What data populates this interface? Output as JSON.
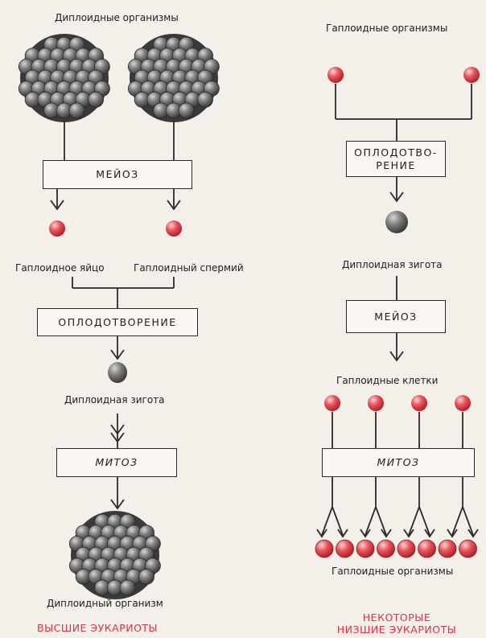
{
  "left": {
    "diploid_organisms": "Диплоидные организмы",
    "meiosis": "МЕЙОЗ",
    "haploid_egg": "Гаплоидное яйцо",
    "haploid_sperm": "Гаплоидный спермий",
    "fertilization": "ОПЛОДОТВОРЕНИЕ",
    "diploid_zygote": "Диплоидная зигота",
    "mitosis": "МИТОЗ",
    "diploid_organism": "Диплоидный организм",
    "footer": "ВЫСШИЕ ЭУКАРИОТЫ"
  },
  "right": {
    "haploid_organisms_top": "Гаплоидные организмы",
    "fertilization_line1": "ОПЛОДОТВО-",
    "fertilization_line2": "РЕНИЕ",
    "diploid_zygote": "Диплоидная зигота",
    "meiosis": "МЕЙОЗ",
    "haploid_cells": "Гаплоидные клетки",
    "mitosis": "МИТОЗ",
    "haploid_organisms_bottom": "Гаплоидные организмы",
    "footer_line1": "НЕКОТОРЫЕ",
    "footer_line2": "НИЗШИЕ ЭУКАРИОТЫ"
  },
  "colors": {
    "haploid_cell": "#e0484f",
    "diploid_cell": "#6a6a6a",
    "footer_text": "#d2364a",
    "line": "#2a2a2a"
  }
}
